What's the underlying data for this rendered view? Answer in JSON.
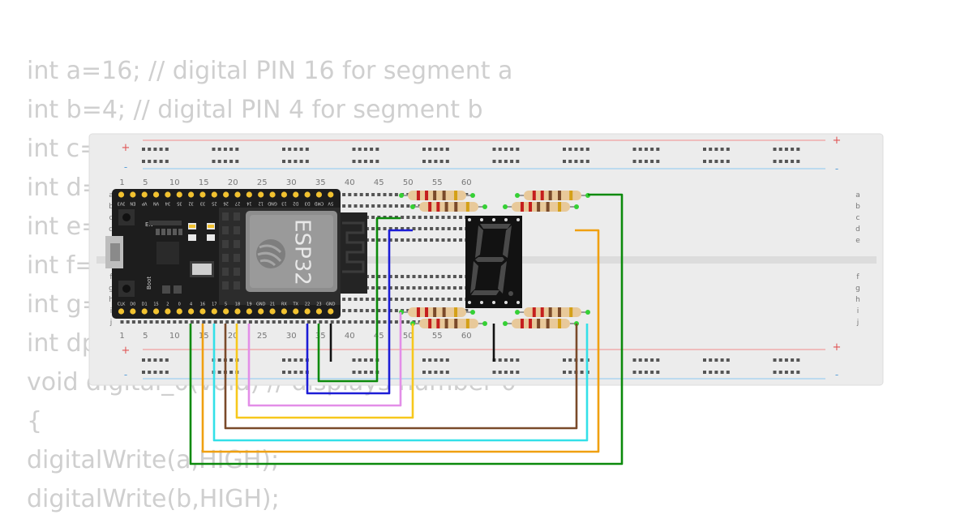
{
  "code_lines": [
    "int a=16; // digital PIN 16 for segment a",
    "int b=4; // digital PIN 4 for segment b",
    "int c=",
    "int d=",
    "int e=",
    "int f=",
    "int g=",
    "int dp",
    "void digital_0(void) // displays number 0",
    "{",
    "digitalWrite(a,HIGH);",
    "digitalWrite(b,HIGH);"
  ],
  "breadboard": {
    "column_numbers": [
      "1",
      "5",
      "10",
      "15",
      "20",
      "25",
      "30",
      "35",
      "40",
      "45",
      "50",
      "55",
      "60"
    ],
    "row_letters_top": [
      "a",
      "b",
      "c",
      "d",
      "e"
    ],
    "row_letters_bottom": [
      "f",
      "g",
      "h",
      "i",
      "j"
    ],
    "rail_plus": "+",
    "rail_minus": "-"
  },
  "esp32": {
    "module_label": "ESP32",
    "boot_label": "Boot",
    "en_label": "EN",
    "top_pins": [
      "3V3",
      "EN",
      "VP",
      "VN",
      "34",
      "35",
      "32",
      "33",
      "25",
      "26",
      "27",
      "14",
      "12",
      "GND",
      "13",
      "D2",
      "D3",
      "CMD",
      "5V"
    ],
    "bottom_pins": [
      "CLK",
      "D0",
      "D1",
      "15",
      "2",
      "0",
      "4",
      "16",
      "17",
      "5",
      "18",
      "19",
      "GND",
      "21",
      "RX",
      "TX",
      "22",
      "23",
      "GND"
    ]
  },
  "colors": {
    "wire_green": "#0b8a0b",
    "wire_blue": "#1c1cd6",
    "wire_violet": "#e38ee8",
    "wire_yellow": "#f7c81c",
    "wire_brown": "#7a4a2a",
    "wire_cyan": "#33e0e8",
    "wire_orange": "#f0a010",
    "wire_black": "#111111",
    "segment_off": "#4a4a4a",
    "board_black": "#1d1d1d",
    "pin_gold": "#f2c230"
  }
}
